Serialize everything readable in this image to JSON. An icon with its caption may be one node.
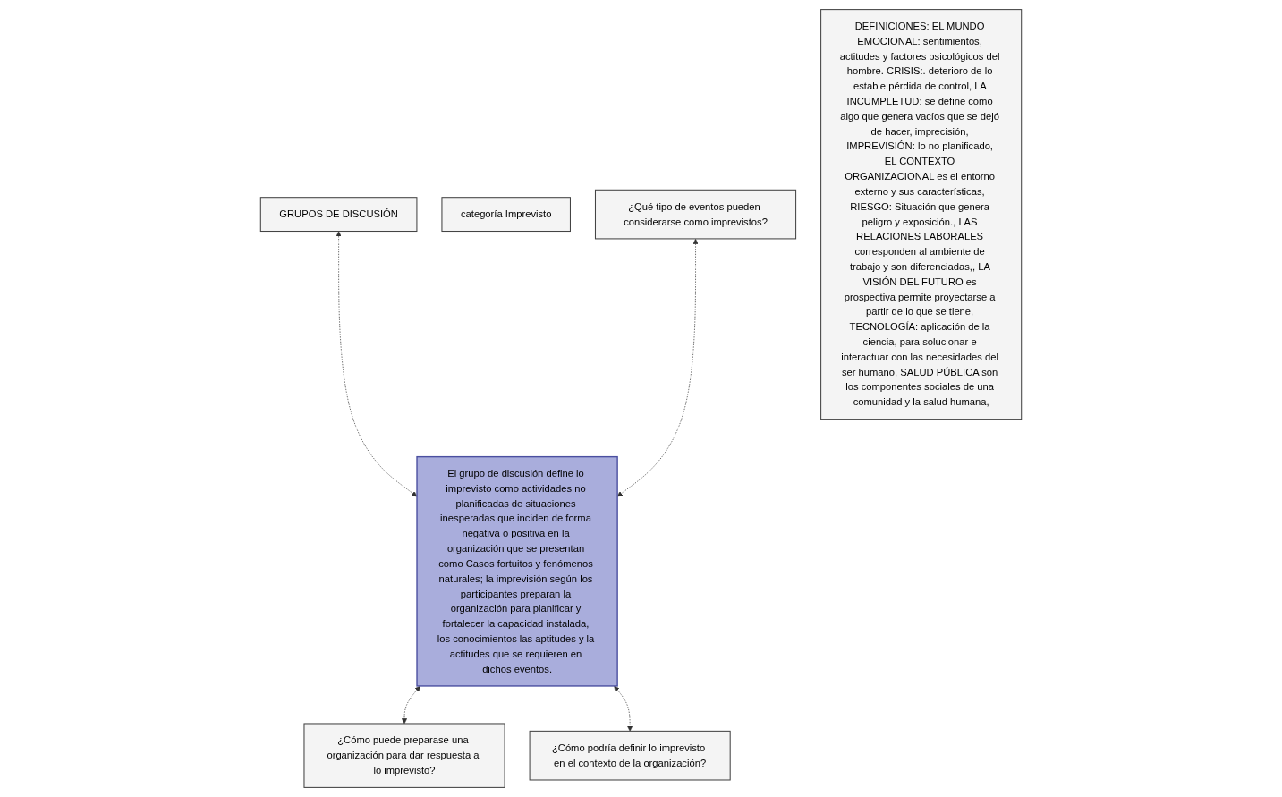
{
  "diagram": {
    "nodes": [
      {
        "text": [
          "GRUPOS DE DISCUSIÓN"
        ]
      },
      {
        "text": [
          "categoría Imprevisto"
        ]
      },
      {
        "text": [
          "¿Qué tipo de eventos pueden considerarse como imprevistos?"
        ]
      },
      {
        "text": [
          "DEFINICIONES: EL MUNDO EMOCIONAL: sentimientos, actitudes y factores psicológicos del hombre. CRISIS:. deterioro de lo estable pérdida de control, LA INCUMPLETUD: se define como algo que genera vacíos que se dejó de hacer, imprecisión, IMPREVISIÓN: lo no planificado, EL CONTEXTO ORGANIZACIONAL es el entorno externo y sus características, RIESGO: Situación que genera peligro y exposición., LAS RELACIONES LABORALES corresponden al ambiente de trabajo y son diferenciadas,, LA VISIÓN DEL FUTURO es prospectiva permite proyectarse a partir de lo que se tiene, TECNOLOGÍA: aplicación de la ciencia, para solucionar e interactuar con las necesidades del ser humano, SALUD PÚBLICA son los componentes sociales de una comunidad y la salud humana,"
        ]
      },
      {
        "text": [
          "El grupo de discusión define lo imprevisto como actividades no planificadas de situaciones inesperadas que inciden de forma negativa o positiva en la organización que se presentan como Casos fortuitos y fenómenos naturales; la imprevisión según los participantes preparan la organización para planificar y fortalecer la capacidad instalada, los conocimientos las aptitudes y la actitudes que se requieren en dichos eventos."
        ]
      },
      {
        "text": [
          "¿Cómo puede preparase una organización para dar respuesta a lo imprevisto?"
        ]
      },
      {
        "text": [
          "¿Cómo podría definir lo imprevisto en el contexto de la organización?"
        ]
      }
    ],
    "edges": [
      {
        "from": 0,
        "to": 4,
        "arrow": "both",
        "style": "dashed"
      },
      {
        "from": 2,
        "to": 4,
        "arrow": "both",
        "style": "dashed"
      },
      {
        "from": 4,
        "to": 5,
        "arrow": "both",
        "style": "dashed"
      },
      {
        "from": 4,
        "to": 6,
        "arrow": "both",
        "style": "dashed"
      }
    ]
  }
}
